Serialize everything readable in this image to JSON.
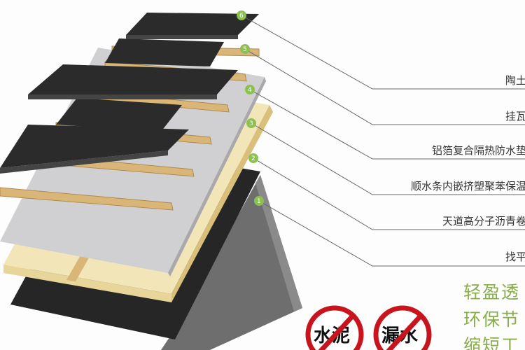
{
  "layers": [
    {
      "number": "6",
      "label": "陶土"
    },
    {
      "number": "5",
      "label": "挂瓦"
    },
    {
      "number": "4",
      "label": "铝箔复合隔热防水垫"
    },
    {
      "number": "3",
      "label": "顺水条内嵌挤塑聚苯保温"
    },
    {
      "number": "2",
      "label": "天道高分子沥青卷"
    },
    {
      "number": "1",
      "label": "找平"
    }
  ],
  "badges": [
    {
      "text": "水泥",
      "icon": "prohibited-icon"
    },
    {
      "text": "漏水",
      "icon": "prohibited-icon"
    }
  ],
  "features": [
    "轻盈透",
    "环保节",
    "缩短工"
  ],
  "colors": {
    "tile": "#2b2b2b",
    "wood": "#d9b577",
    "insulation": "#f1e3b4",
    "foil": "#cfcfd1",
    "membrane": "#262626",
    "base": "#6b6b6b",
    "marker": "#8cc152",
    "prohibit": "#c8141c",
    "feature_text": "#8aad4c"
  }
}
